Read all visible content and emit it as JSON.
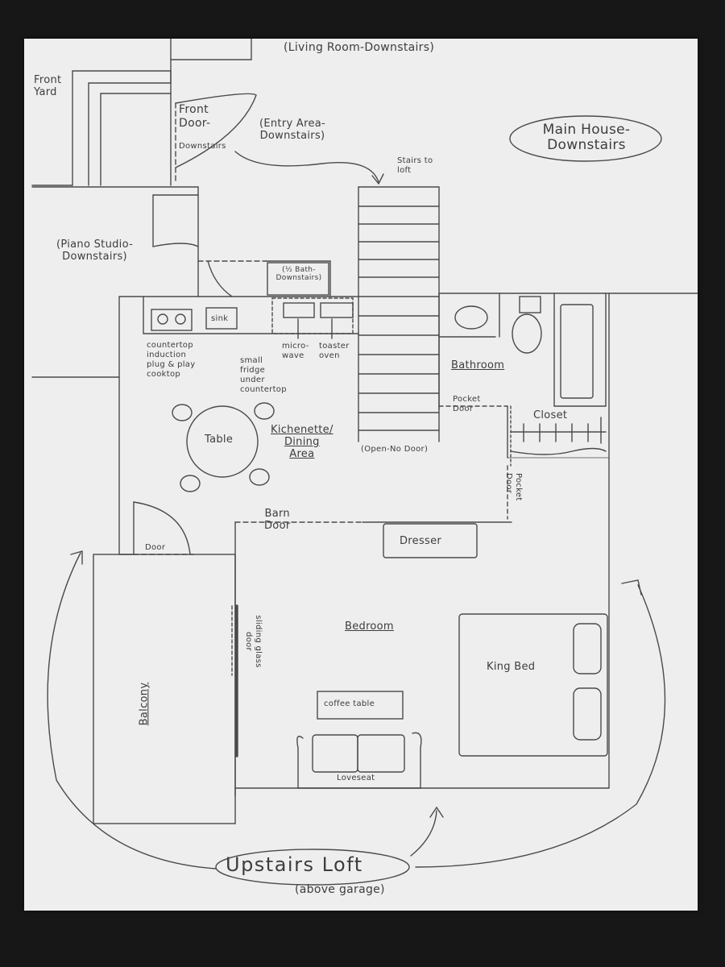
{
  "labels": {
    "living_room": "(Living Room-Downstairs)",
    "front_yard": "Front\nYard",
    "front_door": "Front\nDoor-",
    "front_door_sub": "Downstairs",
    "entry_area": "(Entry Area-\nDownstairs)",
    "stairs_to_loft": "Stairs to\nloft",
    "main_house": "Main House-\nDownstairs",
    "piano_studio": "(Piano Studio-\nDownstairs)",
    "half_bath": "(½ Bath-\nDownstairs)",
    "sink": "sink",
    "cooktop": "countertop\ninduction\nplug & play\ncooktop",
    "fridge": "small\nfridge\nunder\ncountertop",
    "microwave": "micro-\nwave",
    "toaster_oven": "toaster\noven",
    "bathroom": "Bathroom",
    "pocket_door_bath": "Pocket\nDoor",
    "closet": "Closet",
    "table": "Table",
    "kitchenette": "Kichenette/\nDining\nArea",
    "open_no_door": "(Open-No Door)",
    "pocket_door_closet": "Pocket\nDoor",
    "barn_door": "Barn\nDoor",
    "dresser": "Dresser",
    "door": "Door",
    "sliding_glass_door": "sliding glass\ndoor",
    "bedroom": "Bedroom",
    "king_bed": "King Bed",
    "coffee_table": "coffee table",
    "loveseat": "Loveseat",
    "balcony": "Balcony",
    "upstairs_loft": "Upstairs Loft",
    "above_garage": "(above garage)"
  },
  "colors": {
    "pencil": "#3d3d3d",
    "paper": "#eeeeef",
    "background": "#171717"
  }
}
